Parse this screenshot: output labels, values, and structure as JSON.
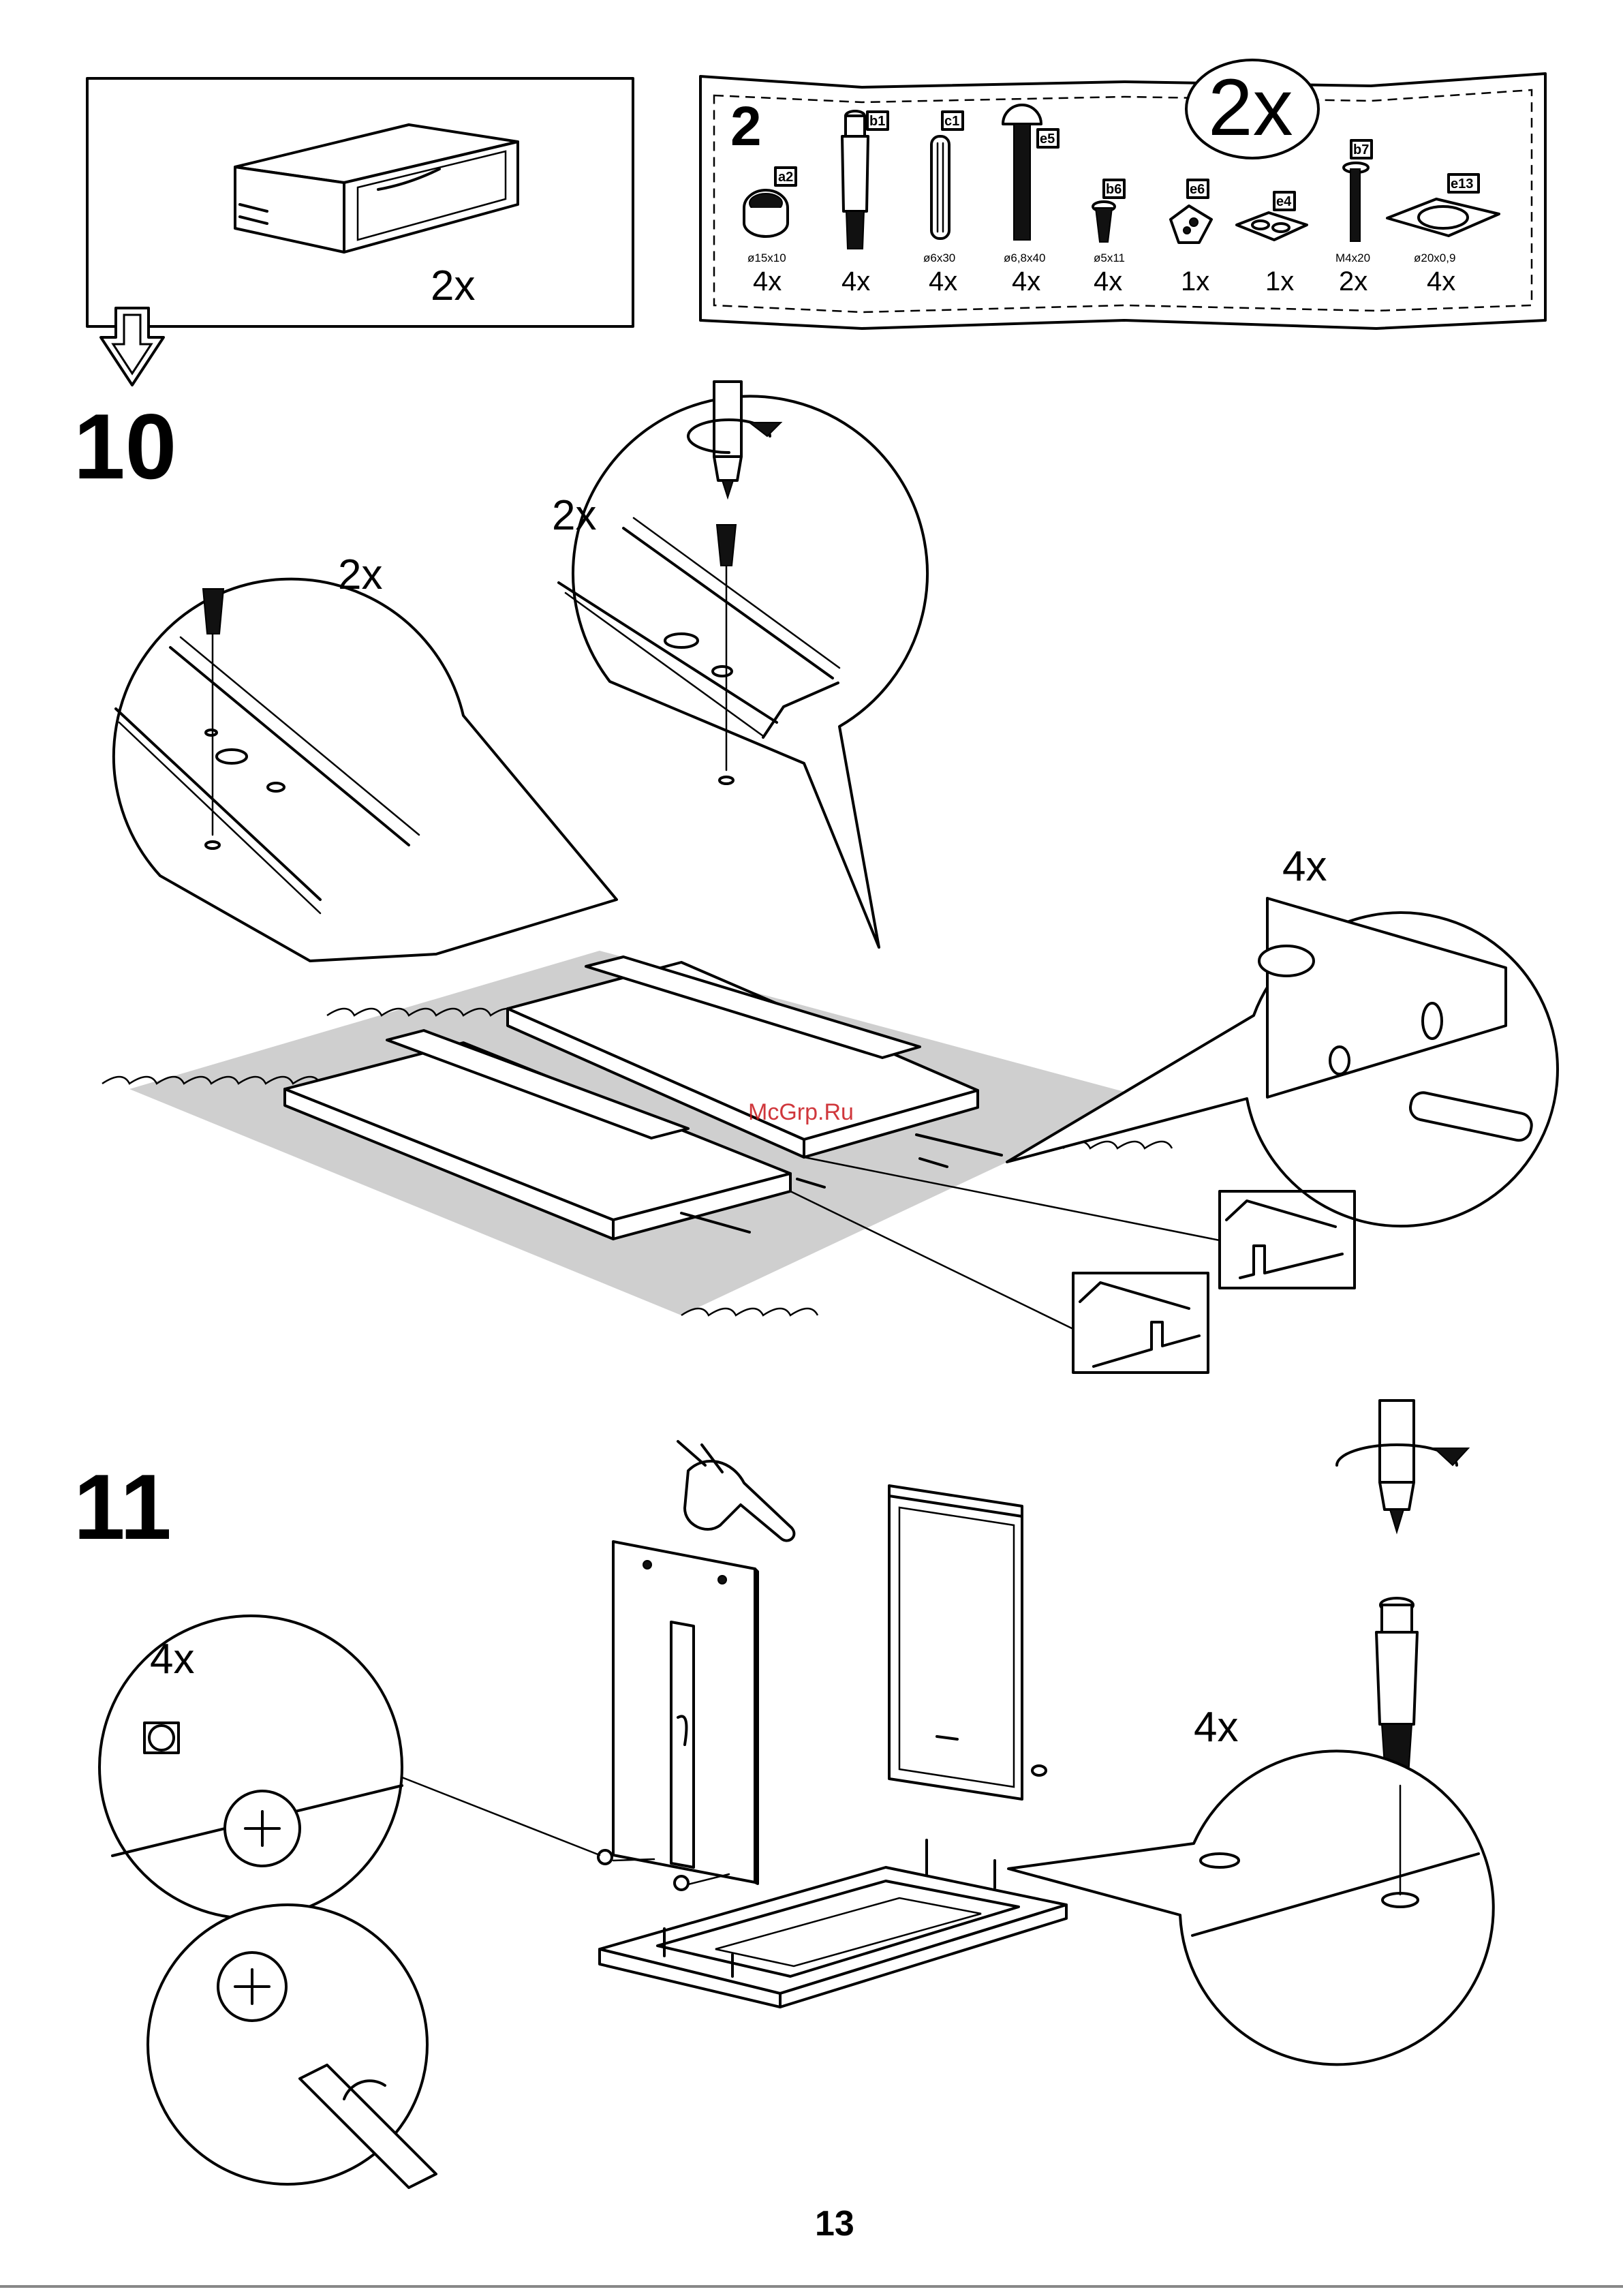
{
  "page_number": "13",
  "watermark": "McGrp.Ru",
  "top_box": {
    "drawer_qty": "2x"
  },
  "parts_panel": {
    "person_count": "2",
    "set_qty": "2x",
    "parts": [
      {
        "code": "a2",
        "size": "ø15x10",
        "qty": "4x"
      },
      {
        "code": "b1",
        "size": "",
        "qty": "4x"
      },
      {
        "code": "c1",
        "size": "ø6x30",
        "qty": "4x"
      },
      {
        "code": "e5",
        "size": "ø6,8x40",
        "qty": "4x"
      },
      {
        "code": "b6",
        "size": "ø5x11",
        "qty": "4x"
      },
      {
        "code": "e6",
        "size": "",
        "qty": "1x"
      },
      {
        "code": "e4",
        "size": "",
        "qty": "1x"
      },
      {
        "code": "b7",
        "size": "M4x20",
        "qty": "2x"
      },
      {
        "code": "e13",
        "size": "ø20x0,9",
        "qty": "4x"
      }
    ]
  },
  "step10": {
    "number": "10",
    "callout_left_qty": "2x",
    "callout_top_qty": "2x",
    "callout_right_qty": "4x"
  },
  "step11": {
    "number": "11",
    "callout_left_qty": "4x",
    "callout_right_qty": "4x"
  }
}
